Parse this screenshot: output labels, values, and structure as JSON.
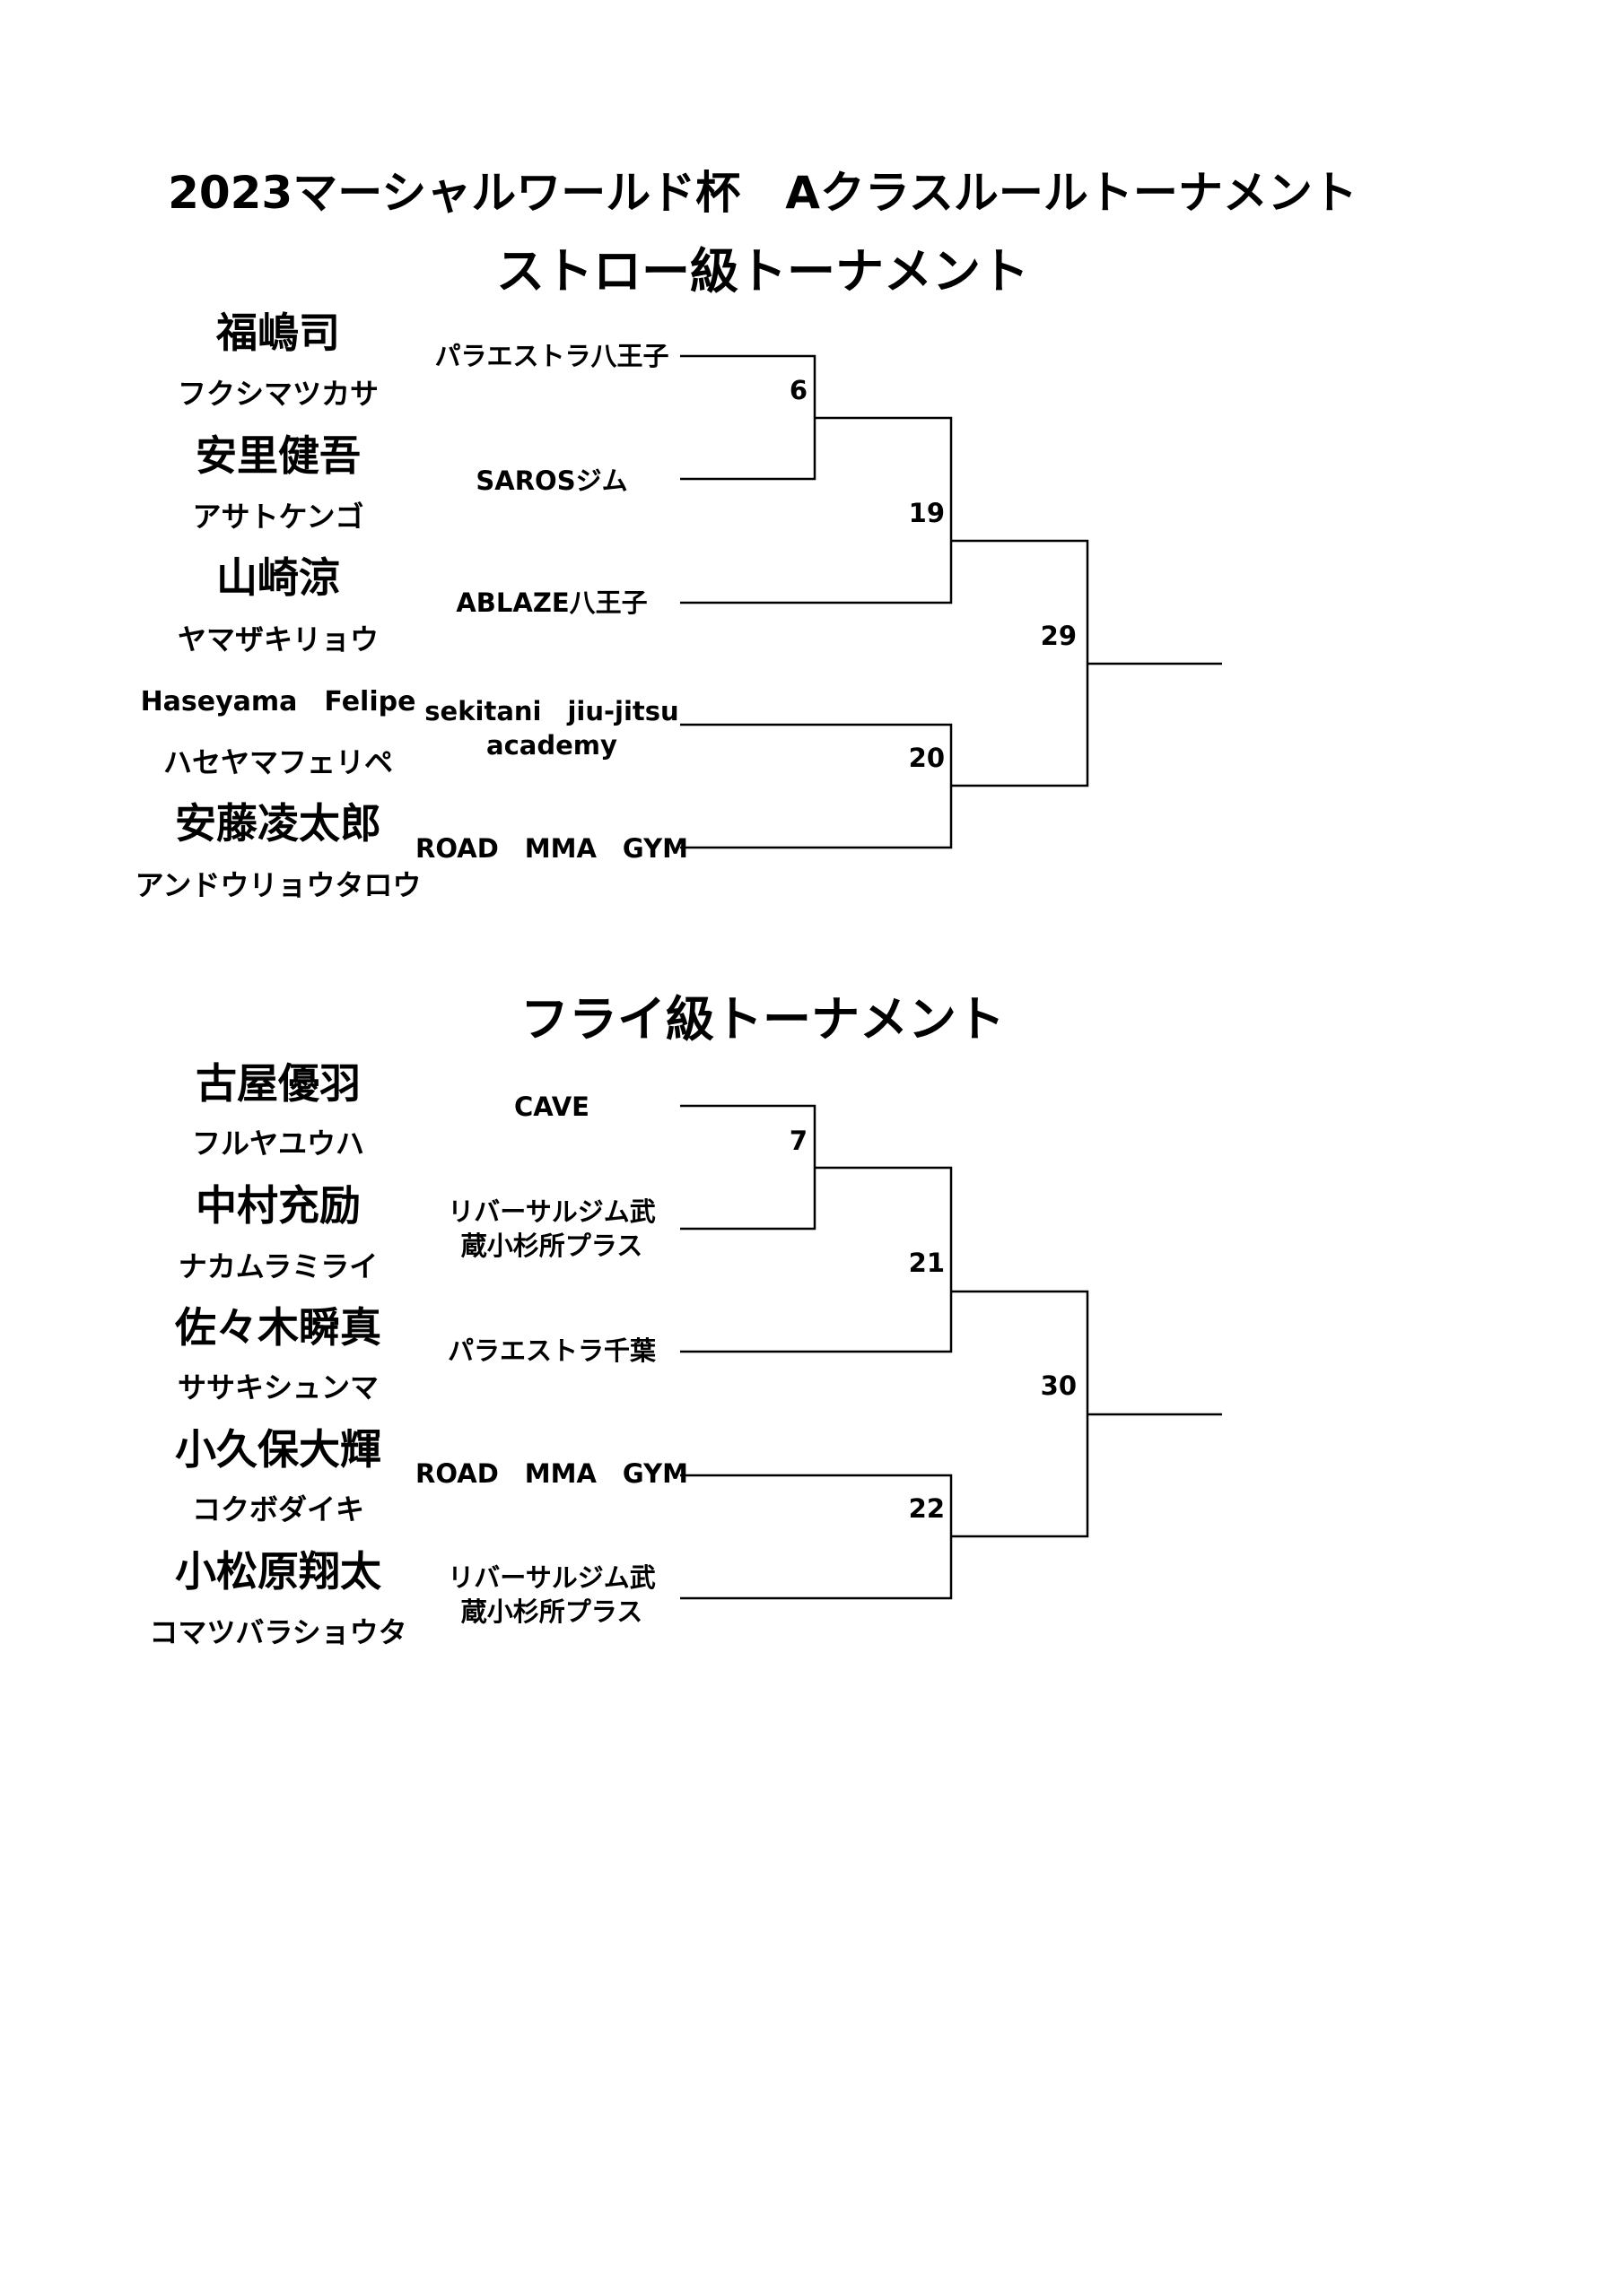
{
  "title": "2023マーシャルワールド杯　Aクラスルールトーナメント",
  "sections": [
    {
      "title": "ストロー級トーナメント",
      "fighters": [
        {
          "name": "福嶋司",
          "kana": "フクシマツカサ",
          "gym": "パラエストラ八王子"
        },
        {
          "name": "安里健吾",
          "kana": "アサトケンゴ",
          "gym": "SAROSジム"
        },
        {
          "name": "山崎涼",
          "kana": "ヤマザキリョウ",
          "gym": "ABLAZE八王子"
        },
        {
          "name": "Haseyama　Felipe",
          "kana": "ハセヤマフェリペ",
          "gym": "sekitani　jiu-jitsu academy"
        },
        {
          "name": "安藤凌太郎",
          "kana": "アンドウリョウタロウ",
          "gym": "ROAD　MMA　GYM"
        }
      ],
      "matches": [
        "6",
        "19",
        "20",
        "29"
      ]
    },
    {
      "title": "フライ級トーナメント",
      "fighters": [
        {
          "name": "古屋優羽",
          "kana": "フルヤユウハ",
          "gym": "CAVE"
        },
        {
          "name": "中村充励",
          "kana": "ナカムラミライ",
          "gym": "リバーサルジム武蔵小杉所プラス"
        },
        {
          "name": "佐々木瞬真",
          "kana": "ササキシュンマ",
          "gym": "パラエストラ千葉"
        },
        {
          "name": "小久保大輝",
          "kana": "コクボダイキ",
          "gym": "ROAD　MMA　GYM"
        },
        {
          "name": "小松原翔太",
          "kana": "コマツバラショウタ",
          "gym": "リバーサルジム武蔵小杉所プラス"
        }
      ],
      "matches": [
        "7",
        "21",
        "22",
        "30"
      ]
    }
  ]
}
